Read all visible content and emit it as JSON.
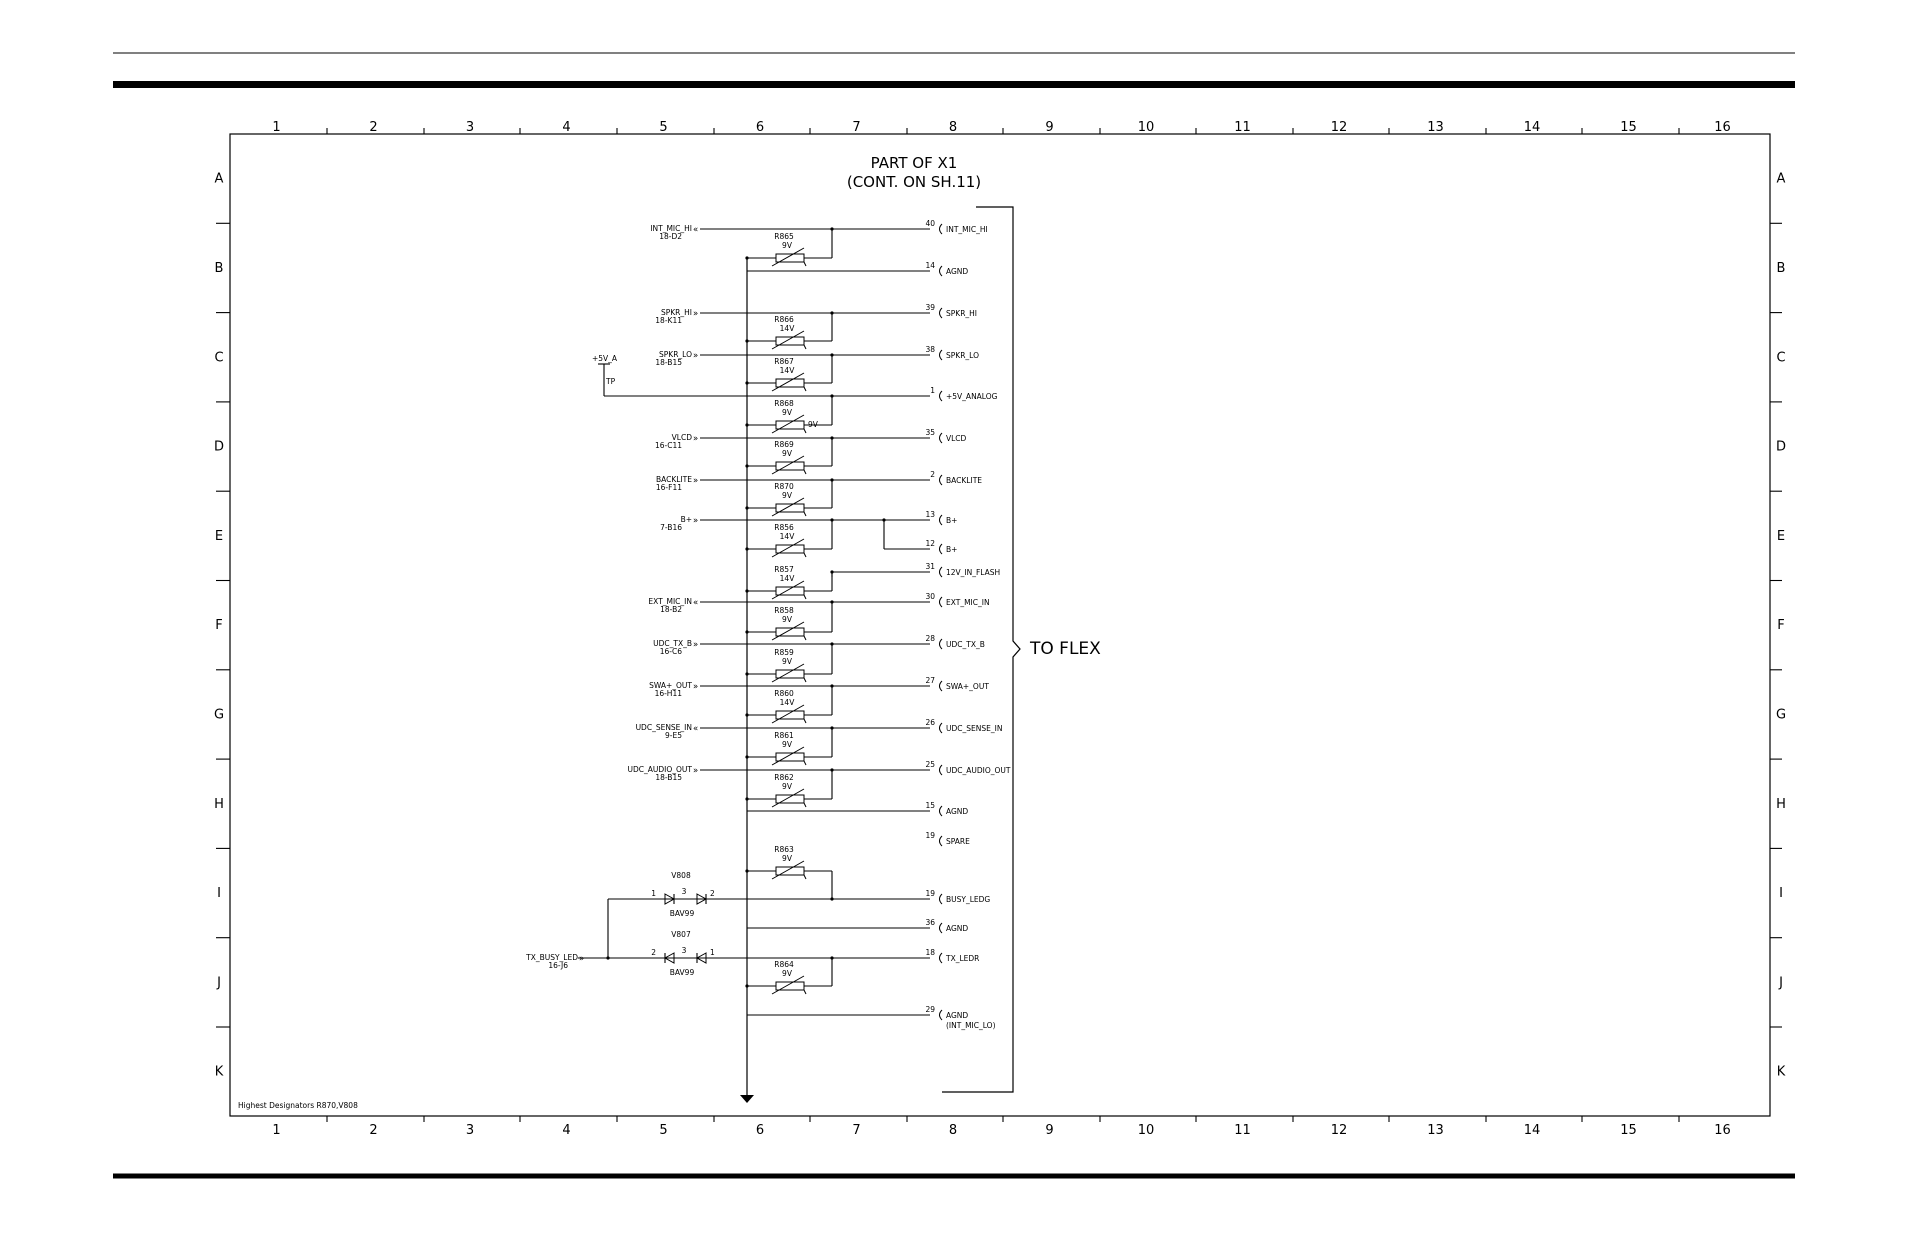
{
  "title_lines": [
    "PART OF X1",
    "(CONT. ON SH.11)"
  ],
  "to_flex_label": "TO FLEX",
  "col_labels": [
    "1",
    "2",
    "3",
    "4",
    "5",
    "6",
    "7",
    "8",
    "9",
    "10",
    "11",
    "12",
    "13",
    "14",
    "15",
    "16"
  ],
  "row_labels": [
    "A",
    "B",
    "C",
    "D",
    "E",
    "F",
    "G",
    "H",
    "I",
    "J",
    "K"
  ],
  "highest_designators": "Highest Designators R870,V808",
  "left_signals": [
    {
      "name": "INT_MIC_HI",
      "arrow": "«",
      "ref": "18-D2"
    },
    {
      "name": "SPKR_HI",
      "arrow": "»",
      "ref": "18-K11"
    },
    {
      "name": "SPKR_LO",
      "arrow": "»",
      "ref": "18-B15"
    },
    {
      "name": "VLCD",
      "arrow": "»",
      "ref": "16-C11"
    },
    {
      "name": "BACKLITE",
      "arrow": "»",
      "ref": "16-F11"
    },
    {
      "name": "B+",
      "arrow": "»",
      "ref": "7-B16"
    },
    {
      "name": "EXT_MIC_IN",
      "arrow": "«",
      "ref": "18-B2"
    },
    {
      "name": "UDC_TX_B",
      "arrow": "»",
      "ref": "16-C6"
    },
    {
      "name": "SWA+_OUT",
      "arrow": "»",
      "ref": "16-H11"
    },
    {
      "name": "UDC_SENSE_IN",
      "arrow": "«",
      "ref": "9-E5"
    },
    {
      "name": "UDC_AUDIO_OUT",
      "arrow": "»",
      "ref": "18-B15"
    },
    {
      "name": "TX_BUSY_LED",
      "arrow": "»",
      "ref": "16-J6"
    }
  ],
  "supply": {
    "name": "+5V_A",
    "tp": "TP"
  },
  "pins": [
    {
      "num": "40",
      "name": "INT_MIC_HI"
    },
    {
      "num": "14",
      "name": "AGND"
    },
    {
      "num": "39",
      "name": "SPKR_HI"
    },
    {
      "num": "38",
      "name": "SPKR_LO"
    },
    {
      "num": "1",
      "name": "+5V_ANALOG"
    },
    {
      "num": "35",
      "name": "VLCD"
    },
    {
      "num": "2",
      "name": "BACKLITE"
    },
    {
      "num": "13",
      "name": "B+"
    },
    {
      "num": "12",
      "name": "B+"
    },
    {
      "num": "31",
      "name": "12V_IN_FLASH"
    },
    {
      "num": "30",
      "name": "EXT_MIC_IN"
    },
    {
      "num": "28",
      "name": "UDC_TX_B"
    },
    {
      "num": "27",
      "name": "SWA+_OUT"
    },
    {
      "num": "26",
      "name": "UDC_SENSE_IN"
    },
    {
      "num": "25",
      "name": "UDC_AUDIO_OUT"
    },
    {
      "num": "15",
      "name": "AGND"
    },
    {
      "num": "19",
      "name": "SPARE"
    },
    {
      "num": "19",
      "name": "BUSY_LEDG"
    },
    {
      "num": "36",
      "name": "AGND"
    },
    {
      "num": "18",
      "name": "TX_LEDR"
    },
    {
      "num": "29",
      "name": "AGND",
      "sub": "(INT_MIC_LO)"
    }
  ],
  "varistors": [
    {
      "ref": "R865",
      "val": "9V"
    },
    {
      "ref": "R866",
      "val": "14V"
    },
    {
      "ref": "R867",
      "val": "14V"
    },
    {
      "ref": "R868",
      "val": "9V",
      "extra": "9V"
    },
    {
      "ref": "R869",
      "val": "9V"
    },
    {
      "ref": "R870",
      "val": "9V"
    },
    {
      "ref": "R856",
      "val": "14V"
    },
    {
      "ref": "R857",
      "val": "14V"
    },
    {
      "ref": "R858",
      "val": "9V"
    },
    {
      "ref": "R859",
      "val": "9V"
    },
    {
      "ref": "R860",
      "val": "14V"
    },
    {
      "ref": "R861",
      "val": "9V"
    },
    {
      "ref": "R862",
      "val": "9V"
    },
    {
      "ref": "R863",
      "val": "9V"
    },
    {
      "ref": "R864",
      "val": "9V"
    }
  ],
  "diodes": [
    {
      "ref": "V808",
      "part": "BAV99",
      "pin_left": "1",
      "pin_mid": "3",
      "pin_right": "2"
    },
    {
      "ref": "V807",
      "part": "BAV99",
      "pin_left": "2",
      "pin_mid": "3",
      "pin_right": "1"
    }
  ]
}
